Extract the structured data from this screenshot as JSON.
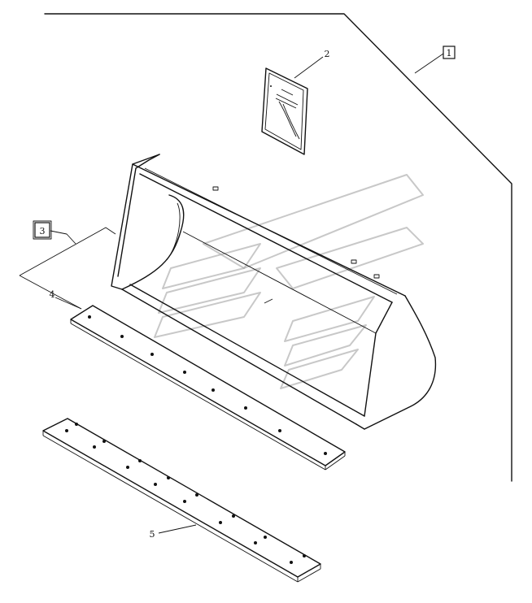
{
  "callouts": [
    {
      "id": "1",
      "boxed": true
    },
    {
      "id": "2",
      "boxed": false
    },
    {
      "id": "3",
      "boxed": true
    },
    {
      "id": "4",
      "boxed": false
    },
    {
      "id": "5",
      "boxed": false
    }
  ],
  "parts": {
    "manual": "instruction-booklet",
    "bucket": "loader-bucket",
    "upper_strip": "cutting-edge-strip",
    "lower_strip": "cutting-edge-strip"
  },
  "colors": {
    "line": "#111111",
    "watermark": "#9a9a9a",
    "background": "#ffffff"
  }
}
